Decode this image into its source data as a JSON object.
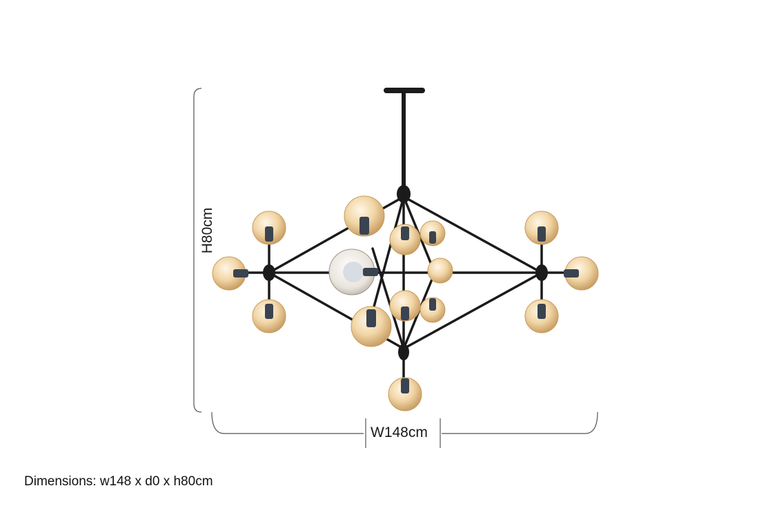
{
  "product_image": {
    "dimension_labels": {
      "width": "W148cm",
      "height": "H80cm"
    },
    "caption": "Dimensions: w148 x d0 x h80cm",
    "colors": {
      "frame": "#1b1b1b",
      "glass_amber": "#e8c48a",
      "bulb_socket": "#3a4350",
      "guide_lines": "#555555"
    }
  }
}
